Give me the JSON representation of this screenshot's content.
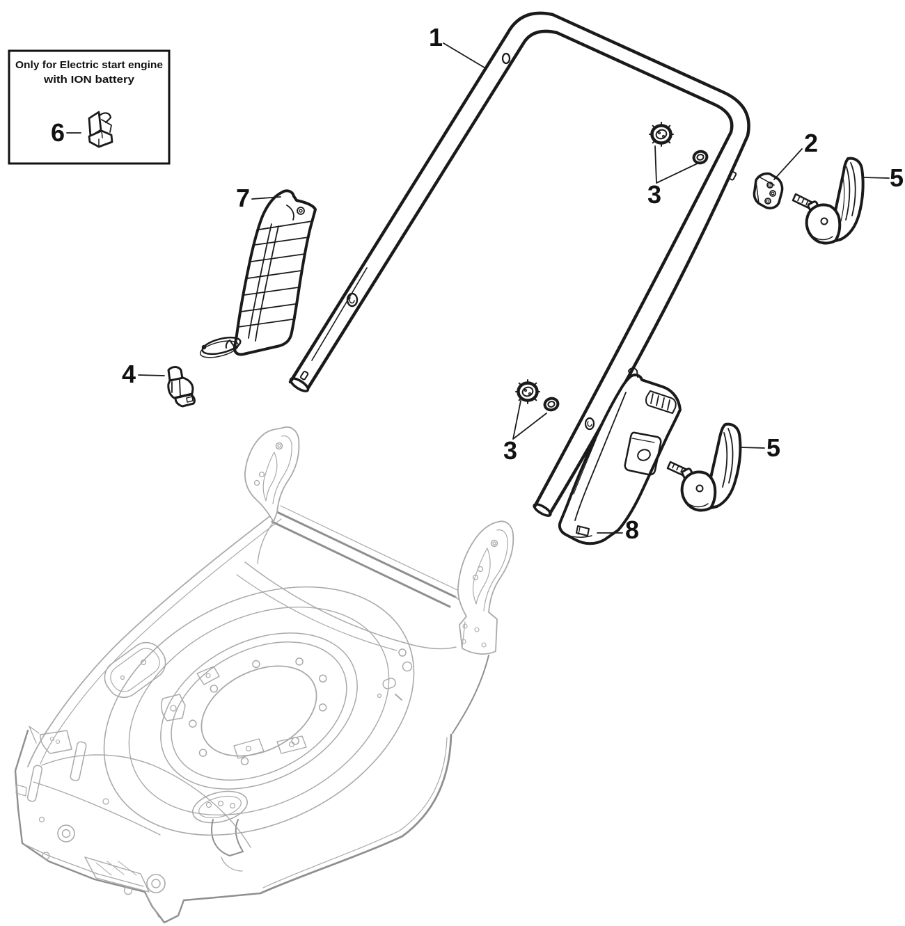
{
  "diagram": {
    "figure_type": "exploded-parts-diagram",
    "note_box": {
      "line1": "Only for Electric start engine",
      "line2": "with ION battery"
    },
    "callouts": [
      {
        "text": "1",
        "part": "upper-handle-tube"
      },
      {
        "text": "2",
        "part": "spacer-block"
      },
      {
        "text": "3",
        "part": "handle-knob-and-nut-upper"
      },
      {
        "text": "3",
        "part": "handle-knob-and-nut-lower"
      },
      {
        "text": "4",
        "part": "cable-clip"
      },
      {
        "text": "5",
        "part": "clamping-lever-upper"
      },
      {
        "text": "5",
        "part": "clamping-lever-lower"
      },
      {
        "text": "6",
        "part": "battery-cable-clip"
      },
      {
        "text": "7",
        "part": "lower-handle-moulding-left"
      },
      {
        "text": "8",
        "part": "lower-handle-moulding-right"
      }
    ],
    "colors": {
      "part_line": "#1a1a1a",
      "deck_line": "#a9a9a9",
      "deck_accent": "#8f8f8f",
      "background": "#ffffff",
      "label_text": "#111111"
    }
  }
}
